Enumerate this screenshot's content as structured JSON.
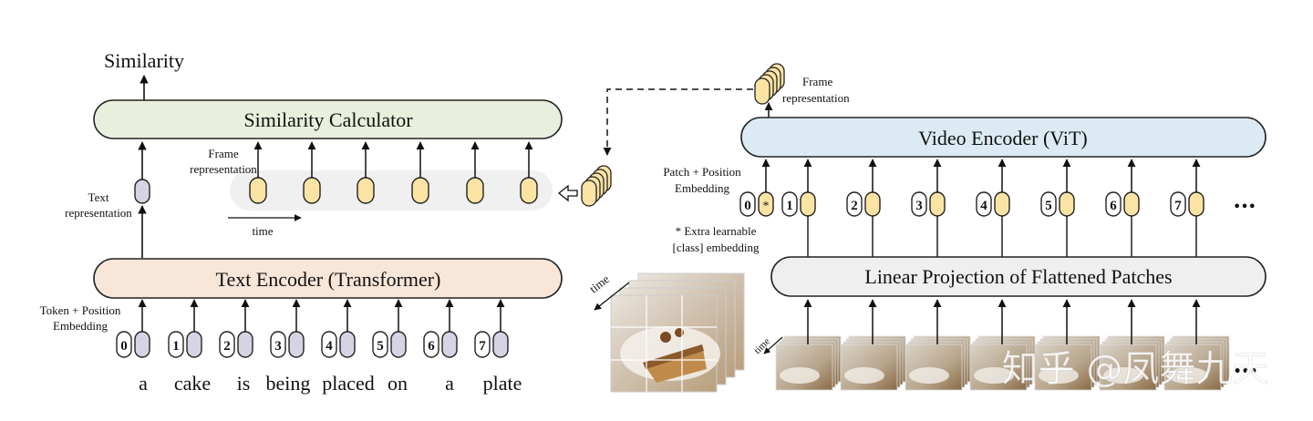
{
  "left": {
    "output_label": "Similarity",
    "similarity_calculator": "Similarity Calculator",
    "text_encoder": "Text Encoder (Transformer)",
    "frame_rep_label": [
      "Frame",
      "representation"
    ],
    "text_rep_label": [
      "Text",
      "representation"
    ],
    "time_label": "time",
    "token_label": [
      "Token + Position",
      "Embedding"
    ],
    "token_ids": [
      "0",
      "1",
      "2",
      "3",
      "4",
      "5",
      "6",
      "7"
    ],
    "words": [
      "a",
      "cake",
      "is",
      "being",
      "placed",
      "on",
      "a",
      "plate"
    ]
  },
  "right": {
    "video_encoder": "Video Encoder (ViT)",
    "linear_projection": "Linear Projection of Flattened Patches",
    "frame_rep_label": [
      "Frame",
      "representation"
    ],
    "patch_label": [
      "Patch + Position",
      "Embedding"
    ],
    "class_note": [
      "* Extra learnable",
      "[class] embedding"
    ],
    "class_token": "0",
    "class_marker": "*",
    "patch_ids": [
      "1",
      "2",
      "3",
      "4",
      "5",
      "6",
      "7"
    ],
    "ellipsis": "•••",
    "time_label_large": "time",
    "time_label_small": "time"
  },
  "watermark": "知乎 @凤舞九天",
  "colors": {
    "similarity_fill": "#e8efdc",
    "text_encoder_fill": "#f8e6d8",
    "video_encoder_fill": "#dcebf3",
    "linear_fill": "#efefef",
    "frame_token": "#fbe3a4",
    "text_token": "#d8d3e3",
    "lane_fill": "#f0f0f0"
  }
}
